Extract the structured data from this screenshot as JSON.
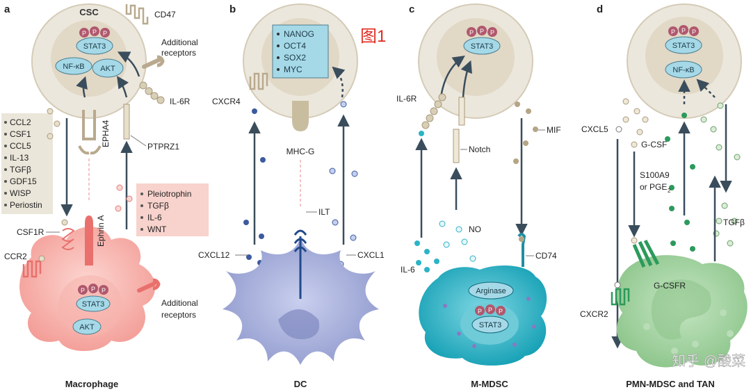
{
  "panels": {
    "a": {
      "letter": "a",
      "top_label": "CSC",
      "bottom_label": "Macrophage",
      "csc_nodes": {
        "stat3": "STAT3",
        "nfkb": "NF-κB",
        "akt": "AKT",
        "p": "P"
      },
      "receptors": {
        "cd47": "CD47",
        "additional_receptors": [
          "Additional",
          "receptors"
        ],
        "il6r": "IL-6R",
        "ptprz1": "PTPRZ1",
        "epha4": "EPHA4",
        "ephrin_a": "Ephrin A",
        "csf1r": "CSF1R",
        "ccr2": "CCR2"
      },
      "secreted_list": [
        "CCL2",
        "CSF1",
        "CCL5",
        "IL-13",
        "TGFβ",
        "GDF15",
        "WISP",
        "Periostin"
      ],
      "csc_secreted_list": [
        "Pleiotrophin",
        "TGFβ",
        "IL-6",
        "WNT"
      ],
      "macrophage_nodes": {
        "stat3": "STAT3",
        "akt": "AKT"
      },
      "macrophage_receptors": [
        "Additional",
        "receptors"
      ]
    },
    "b": {
      "letter": "b",
      "bottom_label": "DC",
      "stemness_genes": [
        "NANOG",
        "OCT4",
        "SOX2",
        "MYC"
      ],
      "watermark": "图1",
      "labels": {
        "cxcr4": "CXCR4",
        "mhcg": "MHC-G",
        "ilt": "ILT",
        "cxcl12": "CXCL12",
        "cxcl1": "CXCL1"
      }
    },
    "c": {
      "letter": "c",
      "bottom_label": "M-MDSC",
      "labels": {
        "il6r": "IL-6R",
        "mif": "MIF",
        "notch": "Notch",
        "no": "NO",
        "il6": "IL-6",
        "cd74": "CD74",
        "arginase": "Arginase",
        "stat3": "STAT3"
      }
    },
    "d": {
      "letter": "d",
      "bottom_label": "PMN-MDSC and TAN",
      "labels": {
        "stat3": "STAT3",
        "nfkb": "NF-κB",
        "cxcl5": "CXCL5",
        "gcsf": "G-CSF",
        "s100a9": "S100A9",
        "pge2": "or PGE",
        "pge2_sub": "2",
        "tgfb": "TGFβ",
        "gcsfr": "G-CSFR",
        "cxcr2": "CXCR2"
      }
    }
  },
  "watermark": "知乎 @酸菜",
  "colors": {
    "csc_fill": "#ece7dc",
    "csc_nucleus": "#e1d8c6",
    "node_fill": "#a6d9e8",
    "phos": "#b0586d",
    "arrow": "#3a4d5c",
    "macrophage": "#f7b4ae",
    "dc": "#a9b3d9",
    "mdsc": "#29b4c6",
    "pmn": "#a8d3a6",
    "list_box": "#ebe6da",
    "pink_box": "#f8d2cc",
    "red_text": "#e02a20"
  }
}
